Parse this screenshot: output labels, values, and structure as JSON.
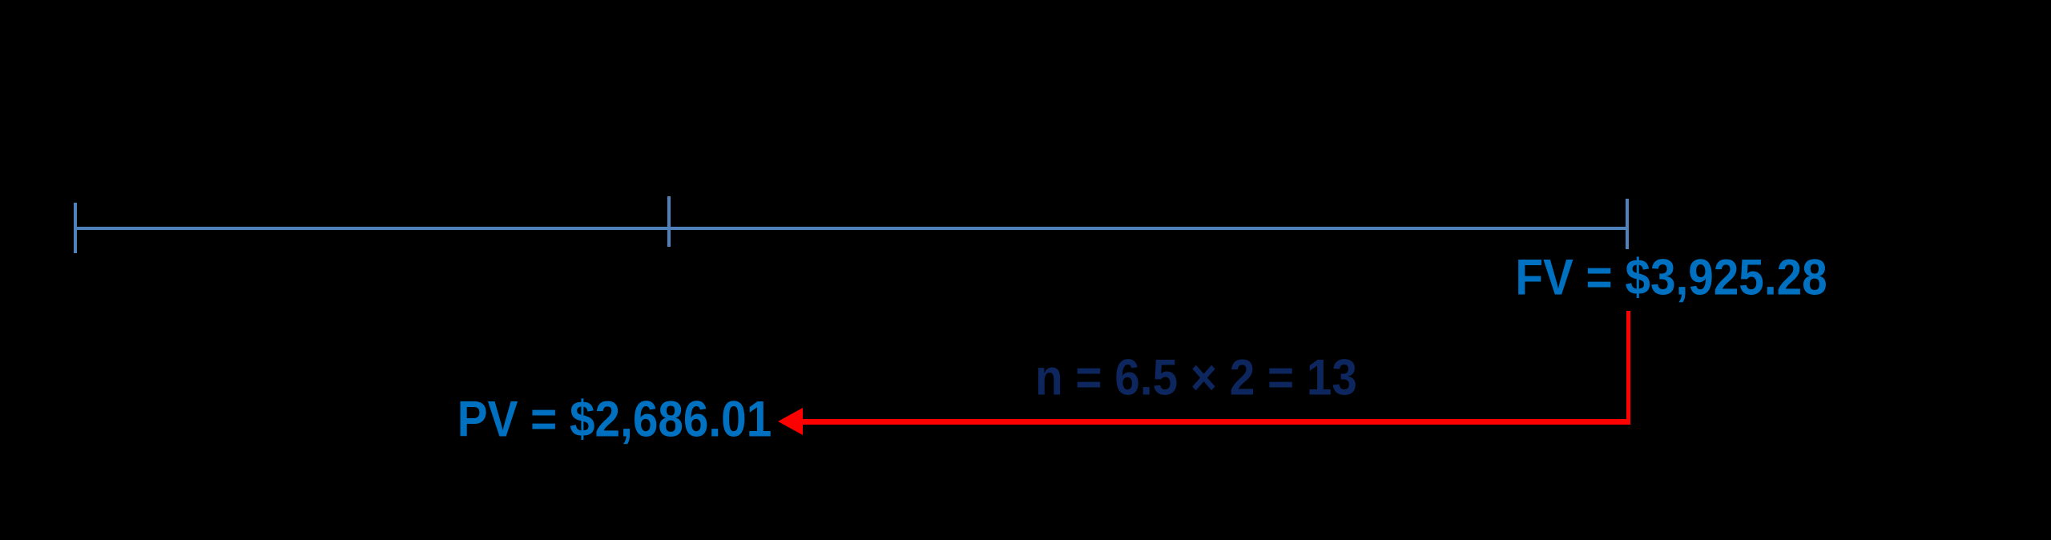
{
  "colors": {
    "background": "#000000",
    "timeline_blue": "#4f81bd",
    "value_text_blue": "#0070c0",
    "periods_text_navy": "#0d265e",
    "arrow_red": "#ff0000"
  },
  "labels": {
    "future_value": "FV = $3,925.28",
    "present_value": "PV = $2,686.01",
    "periods": "n = 6.5 × 2 = 13"
  },
  "values": {
    "fv": 3925.28,
    "pv": 2686.01,
    "years": 6.5,
    "compounds_per_year": 2,
    "n_periods": 13
  }
}
